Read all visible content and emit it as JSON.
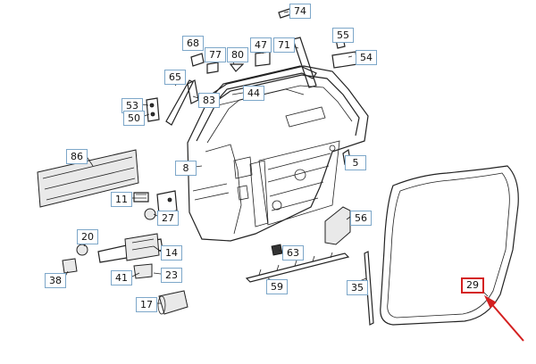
{
  "callout_color": "#d42020",
  "label_border_color": "#7da7c9",
  "labels": {
    "p74": "74",
    "p55": "55",
    "p68": "68",
    "p47": "47",
    "p71": "71",
    "p77": "77",
    "p80": "80",
    "p54": "54",
    "p65": "65",
    "p44": "44",
    "p83": "83",
    "p53": "53",
    "p50": "50",
    "p86": "86",
    "p8": "8",
    "p5": "5",
    "p11": "11",
    "p27": "27",
    "p56": "56",
    "p20": "20",
    "p14": "14",
    "p63": "63",
    "p38": "38",
    "p41": "41",
    "p23": "23",
    "p59": "59",
    "p35": "35",
    "p29": "29",
    "p17": "17"
  }
}
